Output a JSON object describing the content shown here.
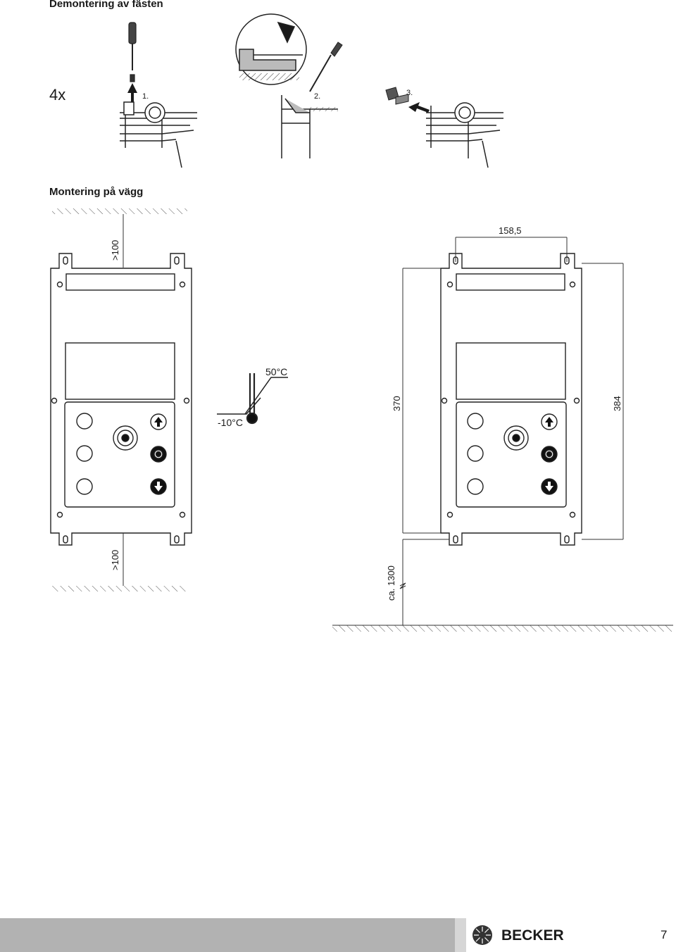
{
  "section1": {
    "title": "Demontering av fästen",
    "count": "4x",
    "steps": [
      "1.",
      "2.",
      "3."
    ]
  },
  "section2": {
    "title": "Montering på vägg",
    "clearance_top": ">100",
    "clearance_bottom": ">100",
    "temp_max": "50°C",
    "temp_min": "-10°C",
    "width": "158,5",
    "height_inner": "370",
    "height_outer": "384",
    "floor_height": "ca. 1300"
  },
  "footer": {
    "brand": "BECKER",
    "page_number": "7"
  }
}
